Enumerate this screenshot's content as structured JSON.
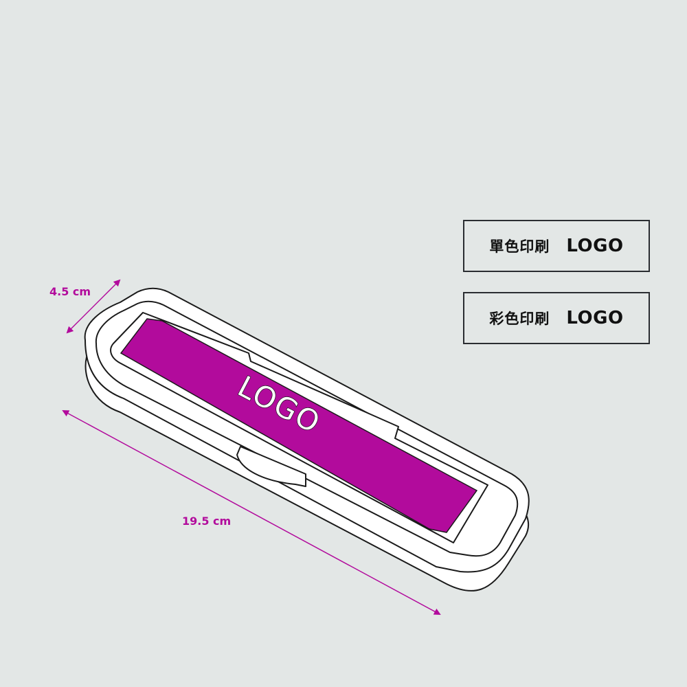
{
  "colors": {
    "background": "#e3e7e6",
    "accent": "#b20b9c",
    "outline": "#1a1a1a",
    "case_fill": "#ffffff"
  },
  "product": {
    "logo_text": "LOGO",
    "print_area_color": "#b20b9c"
  },
  "dimensions": {
    "width_label": "4.5 cm",
    "length_label": "19.5 cm"
  },
  "options": [
    {
      "label": "單色印刷",
      "logo": "LOGO"
    },
    {
      "label": "彩色印刷",
      "logo": "LOGO"
    }
  ]
}
